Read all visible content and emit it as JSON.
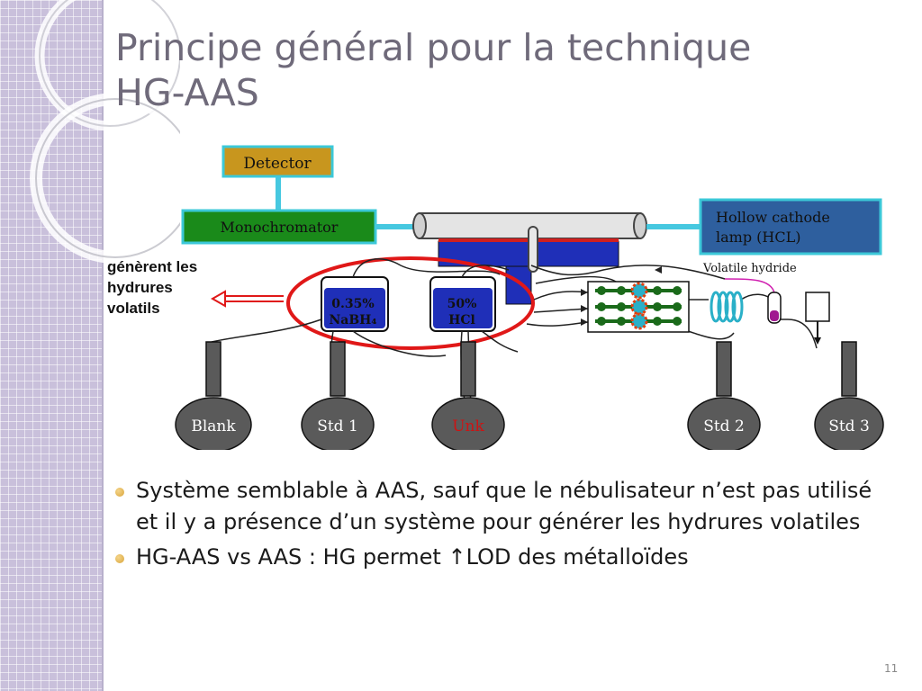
{
  "slide": {
    "title_lines": [
      "Principe général pour la technique",
      "HG-AAS"
    ],
    "page_number": "11"
  },
  "side_label": {
    "lines": [
      "génèrent les",
      "hydrures",
      "volatils"
    ],
    "color": "#111111"
  },
  "diagram": {
    "labels": {
      "detector": "Detector",
      "monochromator": "Monochromator",
      "hcl_lines": [
        "Hollow cathode",
        "lamp (HCL)"
      ],
      "volatile_hydride": "Volatile hydride",
      "nabh4_lines": [
        "0.35%",
        "NaBH₄"
      ],
      "hcl_reagent_lines": [
        "50%",
        "HCl"
      ],
      "flasks": [
        "Blank",
        "Std 1",
        "Unk",
        "Std 2",
        "Std 3"
      ]
    },
    "colors": {
      "detector_box": "#c8961e",
      "monochromator_box": "#1a8a1a",
      "box_border": "#3cc8d8",
      "hcl_box": "#2e5f9e",
      "connector": "#46c8e0",
      "highlight_ellipse": "#e01818",
      "unk_label": "#cc1414"
    }
  },
  "bullets": [
    {
      "text": "Système semblable à AAS, sauf que le nébulisateur n’est pas utilisé et il y a présence d’un système pour générer les hydrures volatiles"
    },
    {
      "text_before": "HG-AAS vs AAS : HG permet ",
      "arrow_glyph": "↑",
      "text_after": "LOD des métalloïdes"
    }
  ]
}
